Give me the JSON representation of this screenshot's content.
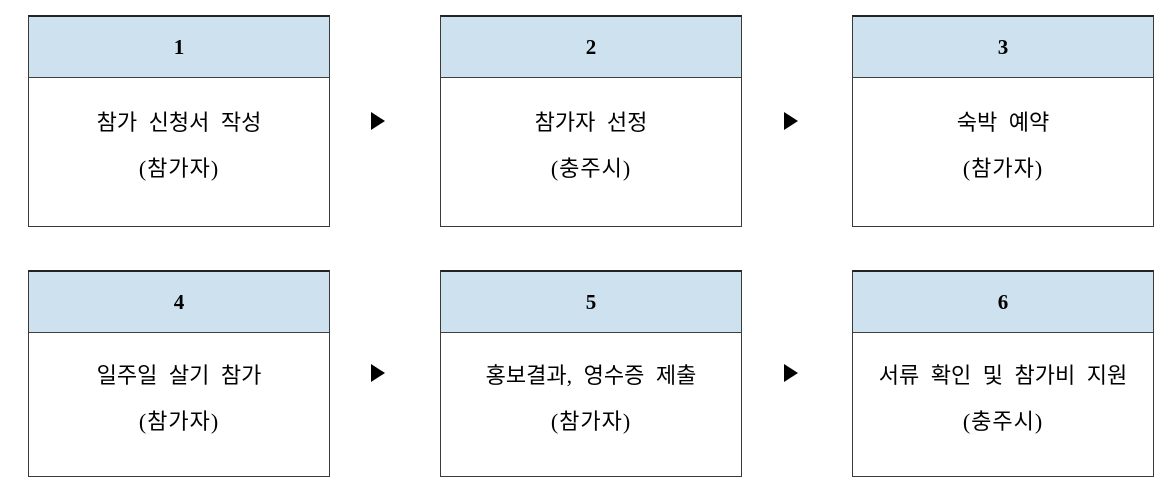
{
  "diagram": {
    "type": "process-flow",
    "arrow_icon": "right-filled-triangle",
    "colors": {
      "header_bg": "#cde1ee",
      "border": "#3a3a3a",
      "arrow": "#000000",
      "background": "#ffffff",
      "text": "#000000"
    },
    "rows": [
      {
        "steps": [
          {
            "number": "1",
            "title": "참가 신청서 작성",
            "actor": "(참가자)"
          },
          {
            "number": "2",
            "title": "참가자 선정",
            "actor": "(충주시)"
          },
          {
            "number": "3",
            "title": "숙박 예약",
            "actor": "(참가자)"
          }
        ]
      },
      {
        "steps": [
          {
            "number": "4",
            "title": "일주일 살기 참가",
            "actor": "(참가자)"
          },
          {
            "number": "5",
            "title": "홍보결과, 영수증 제출",
            "actor": "(참가자)"
          },
          {
            "number": "6",
            "title": "서류 확인 및 참가비 지원",
            "actor": "(충주시)"
          }
        ]
      }
    ]
  }
}
